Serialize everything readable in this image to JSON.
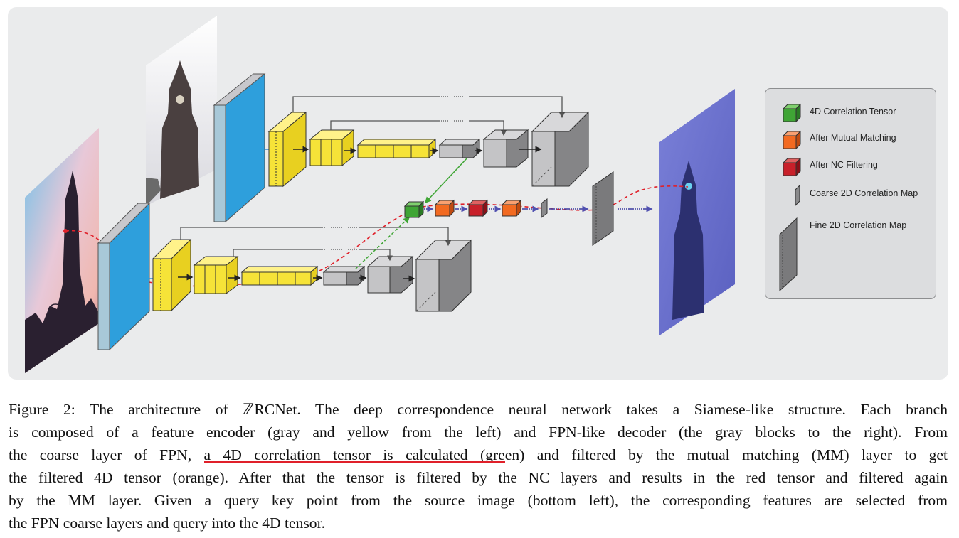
{
  "legend": {
    "items": [
      {
        "label": "4D Correlation Tensor",
        "color": "#3fa535"
      },
      {
        "label": "After Mutual Matching",
        "color": "#f26a21"
      },
      {
        "label": "After NC Filtering",
        "color": "#c8202a"
      },
      {
        "label": "Coarse 2D Correlation Map",
        "color": "#8a8a8c"
      },
      {
        "label": "Fine 2D Correlation Map",
        "color": "#7a7a7c"
      }
    ]
  },
  "colors": {
    "encoder_blue": "#2e9fdc",
    "encoder_yellow": "#f6e338",
    "decoder_gray": "#bdbdbf",
    "correlation_green": "#3fa535",
    "mutual_orange": "#f26a21",
    "nc_red": "#c8202a",
    "query_line_red": "#e0202a",
    "output_blue": "#5a5fc0"
  },
  "caption": {
    "line1": "Figure 2: The architecture of ℤRCNet. The deep correspondence neural network takes a Siamese-like structure. Each branch",
    "line2": "is composed of a feature encoder (gray and yellow from the left) and FPN-like decoder (the gray blocks to the right). From",
    "line3_pre": "the coarse layer of FPN, ",
    "line3_underlined": "a 4D correlation tensor is calculated (gre",
    "line3_post": "en) and filtered by the mutual matching (MM) layer to get",
    "line4": "the filtered 4D tensor (orange). After that the tensor is filtered by the NC layers and results in the red tensor and filtered again",
    "line5": "by the MM layer. Given a query key point from the source image (bottom left), the corresponding features are selected from",
    "line6": "the FPN coarse layers and query into the 4D tensor."
  }
}
